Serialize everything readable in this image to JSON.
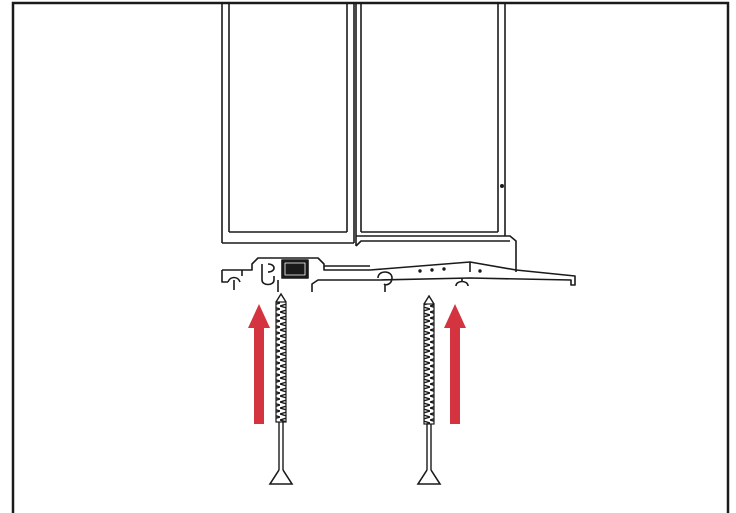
{
  "colors": {
    "line": "#1a1a1a",
    "arrow": "#d4343f",
    "background": "#ffffff"
  },
  "parts": {
    "left_panel": "door-panel",
    "right_panel": "door-panel",
    "track": "bottom-track-profile",
    "fasteners": [
      "screw",
      "screw"
    ],
    "direction_arrows": [
      "arrow-up",
      "arrow-up"
    ]
  }
}
